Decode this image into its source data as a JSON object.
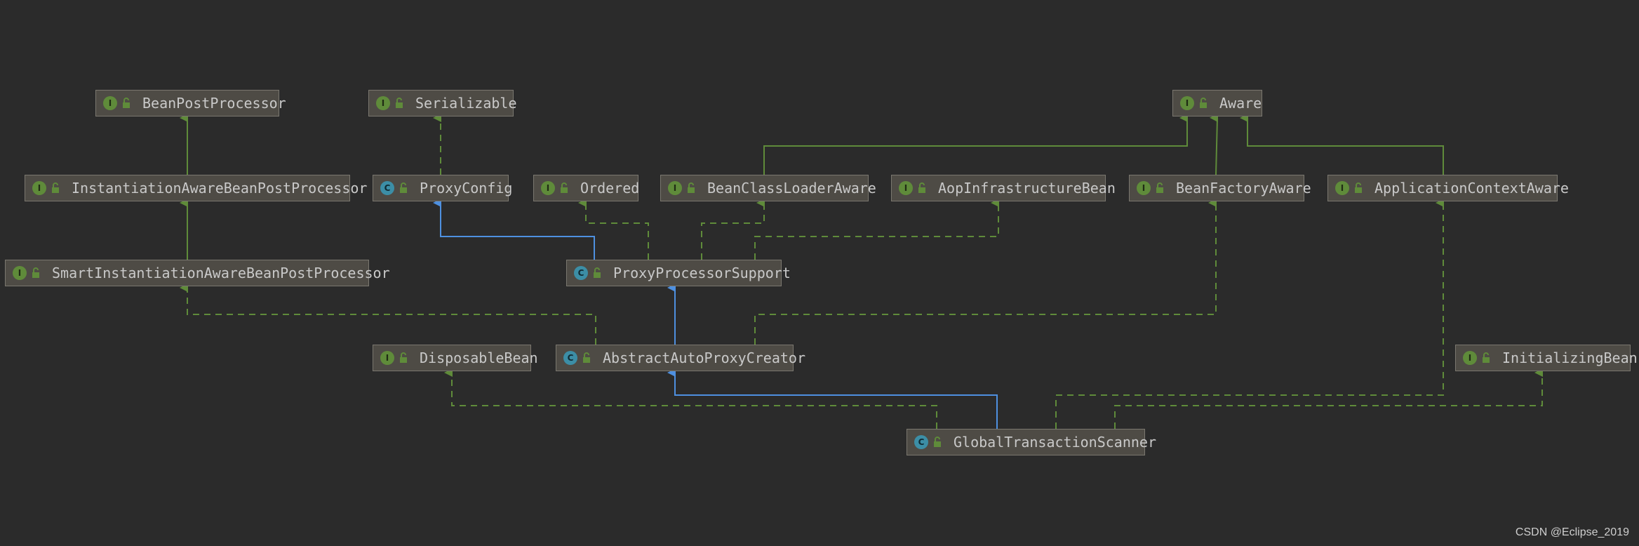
{
  "nodes": [
    {
      "id": "BeanPostProcessor",
      "kind": "interface",
      "badge": "I",
      "label": "BeanPostProcessor"
    },
    {
      "id": "Serializable",
      "kind": "interface",
      "badge": "I",
      "label": "Serializable"
    },
    {
      "id": "Aware",
      "kind": "interface",
      "badge": "I",
      "label": "Aware"
    },
    {
      "id": "InstantiationAwareBeanPostProcessor",
      "kind": "interface",
      "badge": "I",
      "label": "InstantiationAwareBeanPostProcessor"
    },
    {
      "id": "ProxyConfig",
      "kind": "class",
      "badge": "C",
      "label": "ProxyConfig"
    },
    {
      "id": "Ordered",
      "kind": "interface",
      "badge": "I",
      "label": "Ordered"
    },
    {
      "id": "BeanClassLoaderAware",
      "kind": "interface",
      "badge": "I",
      "label": "BeanClassLoaderAware"
    },
    {
      "id": "AopInfrastructureBean",
      "kind": "interface",
      "badge": "I",
      "label": "AopInfrastructureBean"
    },
    {
      "id": "BeanFactoryAware",
      "kind": "interface",
      "badge": "I",
      "label": "BeanFactoryAware"
    },
    {
      "id": "ApplicationContextAware",
      "kind": "interface",
      "badge": "I",
      "label": "ApplicationContextAware"
    },
    {
      "id": "SmartInstantiationAwareBeanPostProcessor",
      "kind": "interface",
      "badge": "I",
      "label": "SmartInstantiationAwareBeanPostProcessor"
    },
    {
      "id": "ProxyProcessorSupport",
      "kind": "class",
      "badge": "C",
      "label": "ProxyProcessorSupport"
    },
    {
      "id": "DisposableBean",
      "kind": "interface",
      "badge": "I",
      "label": "DisposableBean"
    },
    {
      "id": "AbstractAutoProxyCreator",
      "kind": "abstract-class",
      "badge": "C",
      "label": "AbstractAutoProxyCreator"
    },
    {
      "id": "InitializingBean",
      "kind": "interface",
      "badge": "I",
      "label": "InitializingBean"
    },
    {
      "id": "GlobalTransactionScanner",
      "kind": "class",
      "badge": "C",
      "label": "GlobalTransactionScanner"
    }
  ],
  "edges": [
    {
      "from": "InstantiationAwareBeanPostProcessor",
      "to": "BeanPostProcessor",
      "type": "extends-interface"
    },
    {
      "from": "SmartInstantiationAwareBeanPostProcessor",
      "to": "InstantiationAwareBeanPostProcessor",
      "type": "extends-interface"
    },
    {
      "from": "ProxyConfig",
      "to": "Serializable",
      "type": "implements"
    },
    {
      "from": "BeanClassLoaderAware",
      "to": "Aware",
      "type": "extends-interface"
    },
    {
      "from": "BeanFactoryAware",
      "to": "Aware",
      "type": "extends-interface"
    },
    {
      "from": "ApplicationContextAware",
      "to": "Aware",
      "type": "extends-interface"
    },
    {
      "from": "ProxyProcessorSupport",
      "to": "ProxyConfig",
      "type": "extends-class"
    },
    {
      "from": "ProxyProcessorSupport",
      "to": "Ordered",
      "type": "implements"
    },
    {
      "from": "ProxyProcessorSupport",
      "to": "BeanClassLoaderAware",
      "type": "implements"
    },
    {
      "from": "ProxyProcessorSupport",
      "to": "AopInfrastructureBean",
      "type": "implements"
    },
    {
      "from": "AbstractAutoProxyCreator",
      "to": "ProxyProcessorSupport",
      "type": "extends-class"
    },
    {
      "from": "AbstractAutoProxyCreator",
      "to": "SmartInstantiationAwareBeanPostProcessor",
      "type": "implements"
    },
    {
      "from": "AbstractAutoProxyCreator",
      "to": "BeanFactoryAware",
      "type": "implements"
    },
    {
      "from": "GlobalTransactionScanner",
      "to": "AbstractAutoProxyCreator",
      "type": "extends-class"
    },
    {
      "from": "GlobalTransactionScanner",
      "to": "DisposableBean",
      "type": "implements"
    },
    {
      "from": "GlobalTransactionScanner",
      "to": "ApplicationContextAware",
      "type": "implements"
    },
    {
      "from": "GlobalTransactionScanner",
      "to": "InitializingBean",
      "type": "implements"
    }
  ],
  "colors": {
    "background": "#2b2b2b",
    "interface_edge": "#5f8b3a",
    "class_edge": "#4e90e0",
    "interface_badge": "#5f8b3a",
    "class_badge": "#3c8ea6"
  },
  "icons": {
    "badge": "type-badge-icon",
    "access": "unlocked-icon"
  },
  "watermark": "CSDN @Eclipse_2019"
}
